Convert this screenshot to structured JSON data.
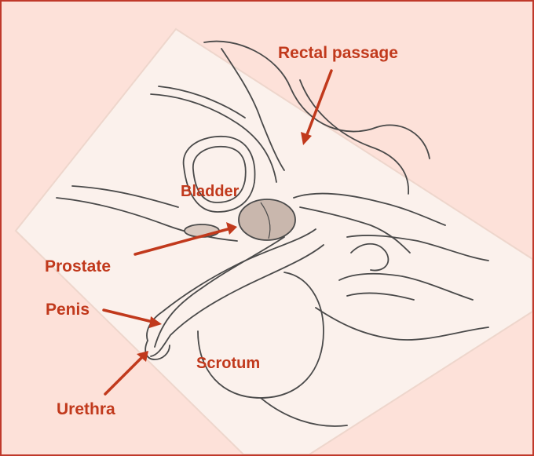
{
  "labels": {
    "rectal_passage": "Rectal passage",
    "bladder": "Bladder",
    "prostate": "Prostate",
    "penis": "Penis",
    "scrotum": "Scrotum",
    "urethra": "Urethra"
  },
  "colors": {
    "label": "#c1391c",
    "border": "#c0392b",
    "background": "#fde1d9",
    "illustration_panel": "#fbf1ec",
    "line_art": "#4a4a4a",
    "prostate_fill": "#c9b7ad"
  }
}
